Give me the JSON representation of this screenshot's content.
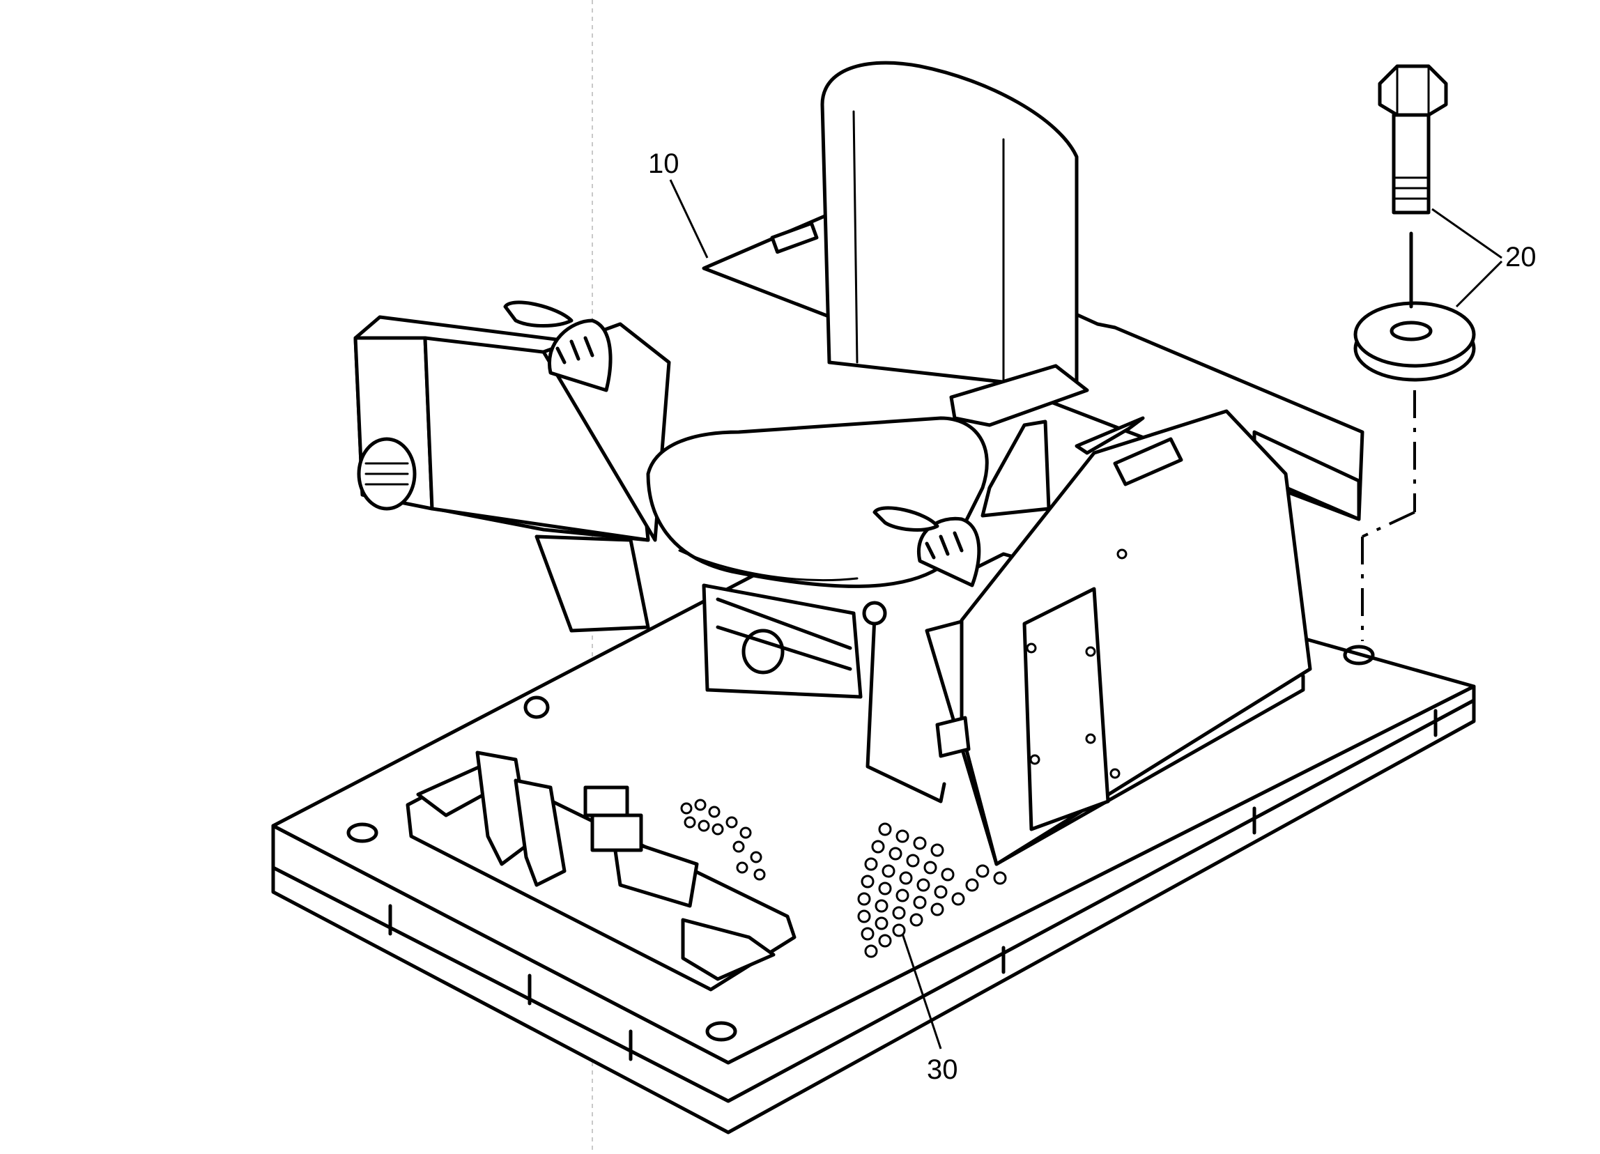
{
  "callouts": {
    "label_10": "10",
    "label_20": "20",
    "label_30": "30"
  },
  "colors": {
    "ink": "#000000",
    "paper": "#ffffff"
  }
}
